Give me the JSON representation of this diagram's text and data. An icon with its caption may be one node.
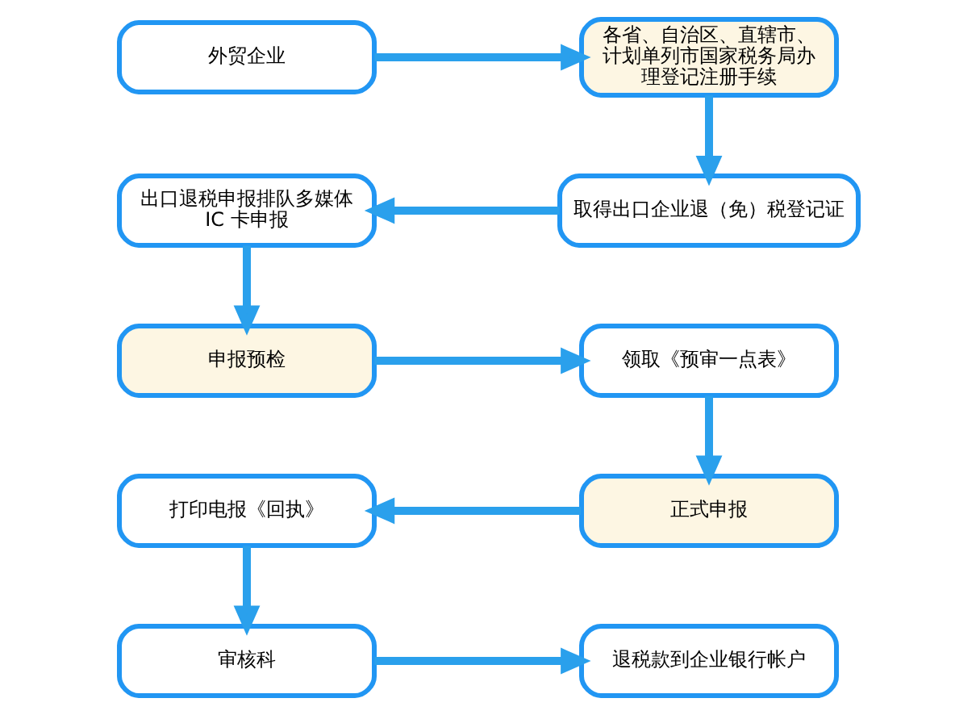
{
  "diagram": {
    "nodes": [
      {
        "text": [
          "外贸企业"
        ]
      },
      {
        "text": [
          "各省、自治区、直辖市、计划单列市国家税务局办理登记注册手续"
        ]
      },
      {
        "text": [
          "出口退税申报排队多媒体 IC 卡申报"
        ]
      },
      {
        "text": [
          "取得出口企业退（免）税登记证"
        ]
      },
      {
        "text": [
          "申报预检"
        ]
      },
      {
        "text": [
          "领取《预审一点表》"
        ]
      },
      {
        "text": [
          "打印电报《回执》"
        ]
      },
      {
        "text": [
          "正式申报"
        ]
      },
      {
        "text": [
          "审核科"
        ]
      },
      {
        "text": [
          "退税款到企业银行帐户"
        ]
      }
    ],
    "edges": [
      {
        "from": 0,
        "to": 1,
        "arrow": "to"
      },
      {
        "from": 1,
        "to": 3,
        "arrow": "to"
      },
      {
        "from": 3,
        "to": 2,
        "arrow": "to"
      },
      {
        "from": 2,
        "to": 4,
        "arrow": "to"
      },
      {
        "from": 4,
        "to": 5,
        "arrow": "to"
      },
      {
        "from": 5,
        "to": 7,
        "arrow": "to"
      },
      {
        "from": 7,
        "to": 6,
        "arrow": "to"
      },
      {
        "from": 6,
        "to": 8,
        "arrow": "to"
      },
      {
        "from": 8,
        "to": 9,
        "arrow": "to"
      }
    ]
  }
}
